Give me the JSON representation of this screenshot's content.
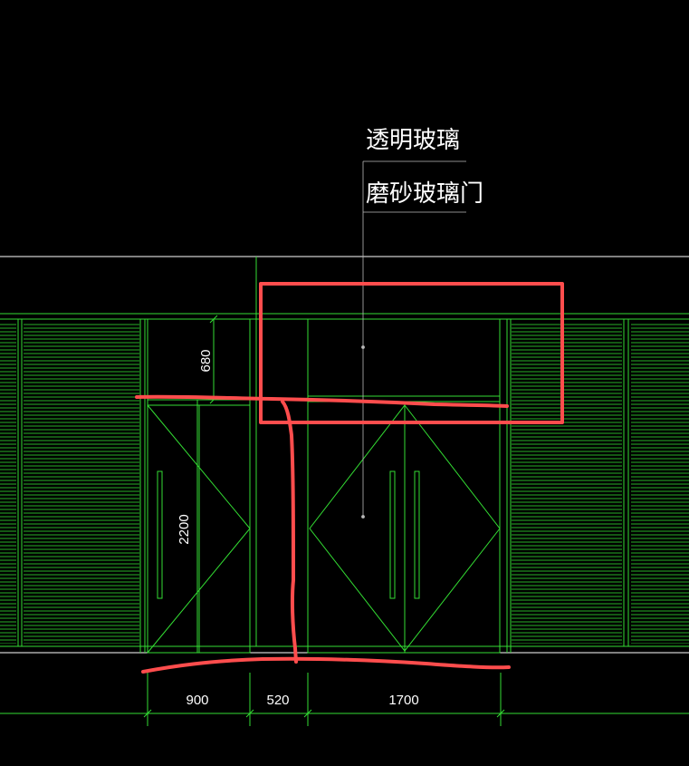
{
  "drawing": {
    "annotation_line1": "透明玻璃",
    "annotation_line2": "磨砂玻璃门",
    "dim_vertical_top": "680",
    "dim_vertical_door": "2200",
    "dim_horizontal": [
      "900",
      "520",
      "1700"
    ]
  },
  "colors": {
    "background": "#000000",
    "cad_line": "#33dd33",
    "white_line": "#ffffff",
    "markup": "#ff4d4d"
  }
}
